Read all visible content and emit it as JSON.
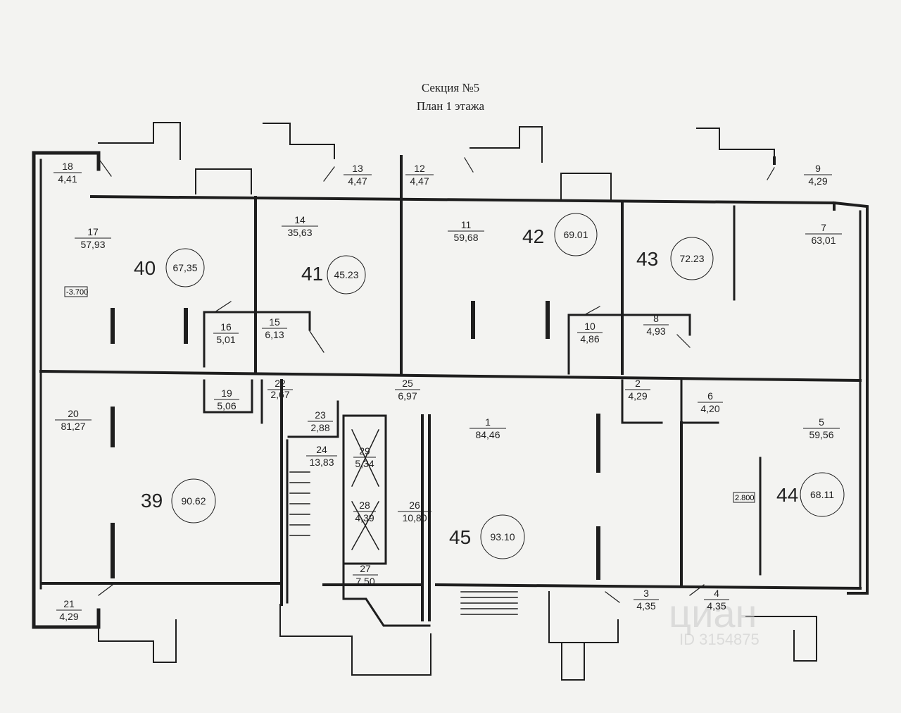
{
  "header": {
    "title_line1": "Секция №5",
    "title_line2": "План 1 этажа"
  },
  "levels": [
    {
      "id": "lvl-1",
      "label": "-3.700"
    },
    {
      "id": "lvl-2",
      "label": "2.800"
    }
  ],
  "apartments": [
    {
      "id": "apt-40",
      "number": "40",
      "area": "67,35"
    },
    {
      "id": "apt-41",
      "number": "41",
      "area": "45.23"
    },
    {
      "id": "apt-42",
      "number": "42",
      "area": "69.01"
    },
    {
      "id": "apt-43",
      "number": "43",
      "area": "72.23"
    },
    {
      "id": "apt-39",
      "number": "39",
      "area": "90.62"
    },
    {
      "id": "apt-45",
      "number": "45",
      "area": "93.10"
    },
    {
      "id": "apt-44",
      "number": "44",
      "area": "68.11"
    }
  ],
  "rooms": [
    {
      "id": "r18",
      "number": "18",
      "area": "4,41"
    },
    {
      "id": "r13",
      "number": "13",
      "area": "4,47"
    },
    {
      "id": "r12",
      "number": "12",
      "area": "4,47"
    },
    {
      "id": "r9",
      "number": "9",
      "area": "4,29"
    },
    {
      "id": "r17",
      "number": "17",
      "area": "57,93"
    },
    {
      "id": "r14",
      "number": "14",
      "area": "35,63"
    },
    {
      "id": "r11",
      "number": "11",
      "area": "59,68"
    },
    {
      "id": "r7",
      "number": "7",
      "area": "63,01"
    },
    {
      "id": "r16",
      "number": "16",
      "area": "5,01"
    },
    {
      "id": "r15",
      "number": "15",
      "area": "6,13"
    },
    {
      "id": "r10",
      "number": "10",
      "area": "4,86"
    },
    {
      "id": "r8",
      "number": "8",
      "area": "4,93"
    },
    {
      "id": "r20",
      "number": "20",
      "area": "81,27"
    },
    {
      "id": "r19",
      "number": "19",
      "area": "5,06"
    },
    {
      "id": "r22",
      "number": "22",
      "area": "2,67"
    },
    {
      "id": "r23",
      "number": "23",
      "area": "2,88"
    },
    {
      "id": "r25",
      "number": "25",
      "area": "6,97"
    },
    {
      "id": "r1",
      "number": "1",
      "area": "84,46"
    },
    {
      "id": "r2",
      "number": "2",
      "area": "4,29"
    },
    {
      "id": "r6",
      "number": "6",
      "area": "4,20"
    },
    {
      "id": "r5",
      "number": "5",
      "area": "59,56"
    },
    {
      "id": "r24",
      "number": "24",
      "area": "13,83"
    },
    {
      "id": "r29",
      "number": "29",
      "area": "5,34"
    },
    {
      "id": "r28",
      "number": "28",
      "area": "4,39"
    },
    {
      "id": "r26",
      "number": "26",
      "area": "10,80"
    },
    {
      "id": "r27",
      "number": "27",
      "area": "7,50"
    },
    {
      "id": "r21",
      "number": "21",
      "area": "4,29"
    },
    {
      "id": "r3",
      "number": "3",
      "area": "4,35"
    },
    {
      "id": "r4",
      "number": "4",
      "area": "4,35"
    }
  ],
  "watermark": {
    "brand": "циан",
    "id_text": "ID 3154875"
  },
  "colors": {
    "line": "#1e1e1e",
    "paper": "#f3f3f1",
    "watermark": "#c8c8c8"
  }
}
